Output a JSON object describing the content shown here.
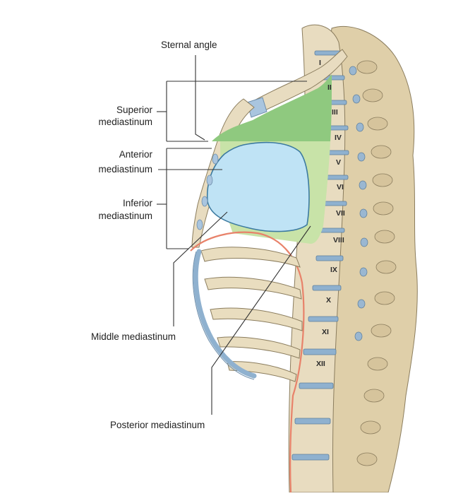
{
  "labels": {
    "sternal_angle": "Sternal angle",
    "superior_line1": "Superior",
    "superior_line2": "mediastinum",
    "anterior_line1": "Anterior",
    "anterior_line2": "mediastinum",
    "inferior_line1": "Inferior",
    "inferior_line2": "mediastinum",
    "middle": "Middle mediastinum",
    "posterior": "Posterior mediastinum"
  },
  "vertebrae": [
    "I",
    "II",
    "III",
    "IV",
    "V",
    "VI",
    "VII",
    "VIII",
    "IX",
    "X",
    "XI",
    "XII"
  ],
  "colors": {
    "superior_region": "#8fc97f",
    "posterior_region": "#c8e3a8",
    "middle_region": "#bfe3f5",
    "pericardium_outline": "#3c7aa0",
    "diaphragm_line": "#e8826a"
  }
}
